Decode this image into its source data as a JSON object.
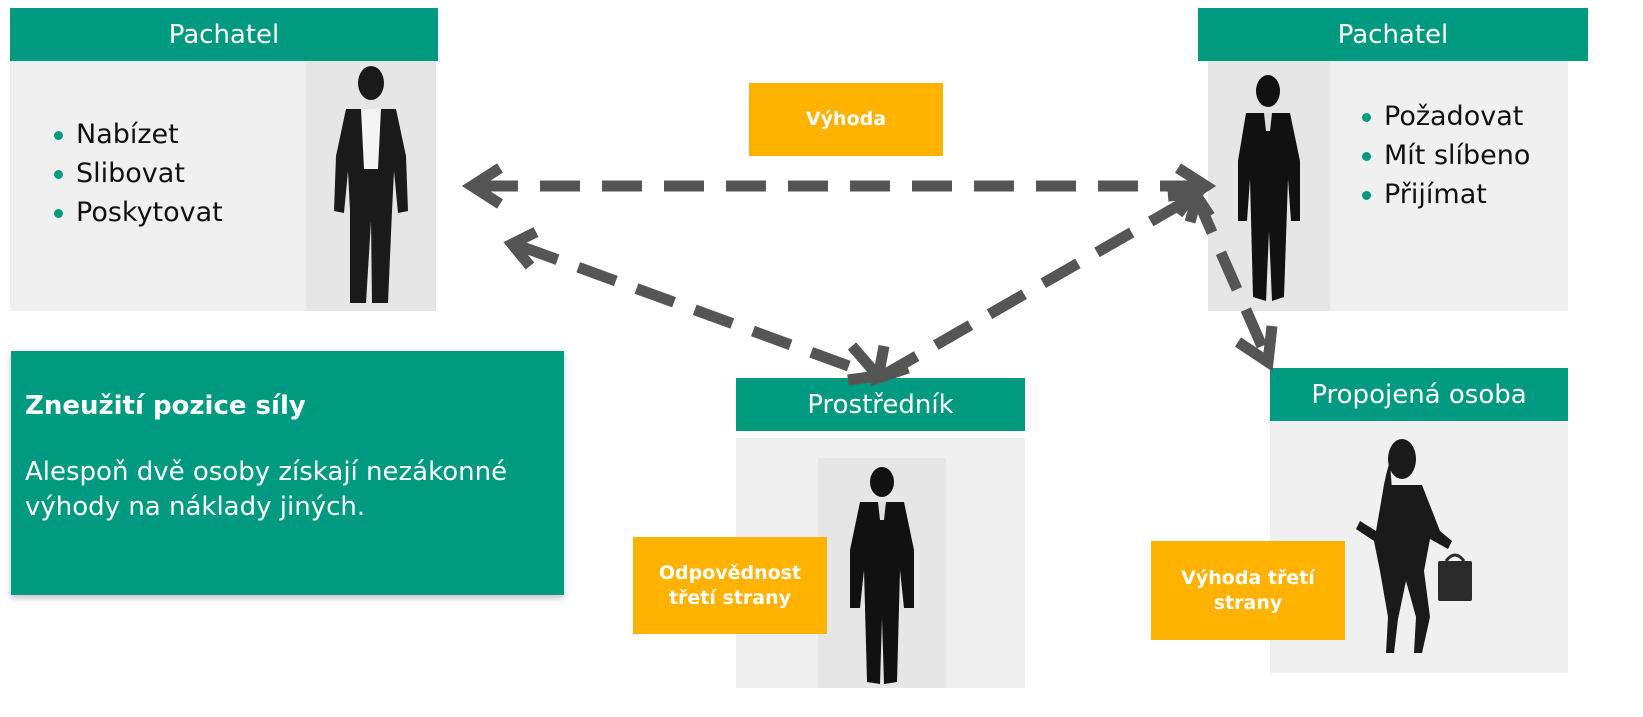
{
  "left_actor": {
    "header": "Pachatel",
    "actions": [
      "Nabízet",
      "Slibovat",
      "Poskytovat"
    ],
    "figure_icon": "man-in-suit-silhouette"
  },
  "right_actor": {
    "header": "Pachatel",
    "actions": [
      "Požadovat",
      "Mít slíbeno",
      "Přijímat"
    ],
    "figure_icon": "man-in-suit-silhouette"
  },
  "middle_actor": {
    "header": "Prostředník",
    "note": "Odpovědnost třetí strany",
    "figure_icon": "man-in-suit-silhouette"
  },
  "connected_actor": {
    "header": "Propojená osoba",
    "note": "Výhoda třetí strany",
    "figure_icon": "businesswoman-silhouette"
  },
  "benefit_label": "Výhoda",
  "definition": {
    "title": "Zneužití pozice síly",
    "text": "Alespoň dvě osoby získají nezákonné výhody na náklady jiných."
  },
  "colors": {
    "header_green": "#009a80",
    "note_orange": "#ffb300",
    "arrow_gray": "#555555",
    "bullet": "#009a80"
  }
}
